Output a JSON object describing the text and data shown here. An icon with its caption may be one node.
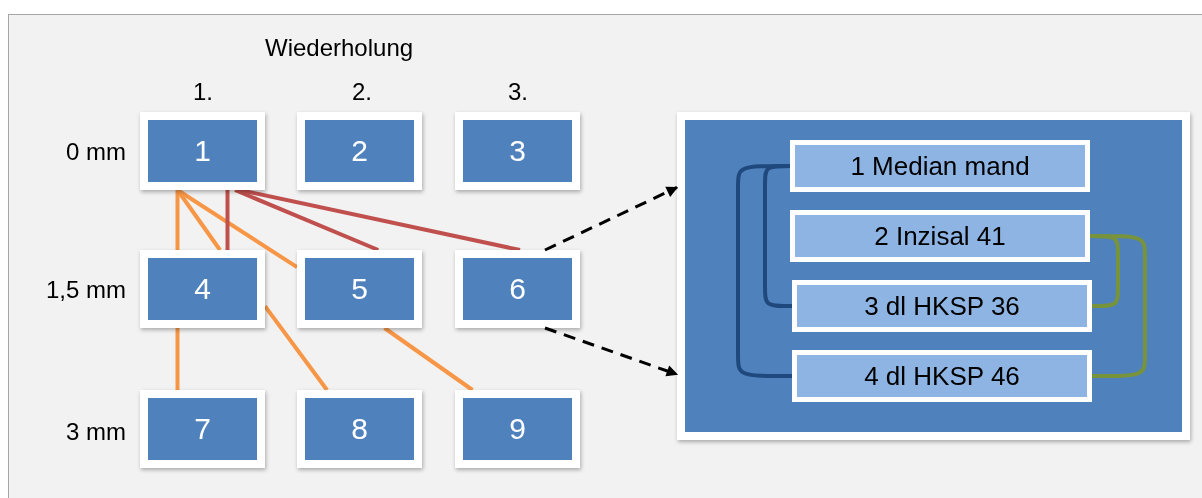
{
  "diagram": {
    "nodes": [
      {
        "text": [
          "1"
        ]
      },
      {
        "text": [
          "2"
        ]
      },
      {
        "text": [
          "3"
        ]
      },
      {
        "text": [
          "4"
        ]
      },
      {
        "text": [
          "5"
        ]
      },
      {
        "text": [
          "6"
        ]
      },
      {
        "text": [
          "7"
        ]
      },
      {
        "text": [
          "8"
        ]
      },
      {
        "text": [
          "9"
        ]
      },
      {
        "text": [],
        "shape": "box"
      },
      {
        "text": [
          "1 Median mand"
        ],
        "in": 9
      },
      {
        "text": [
          "2 Inzisal 41"
        ],
        "in": 9
      },
      {
        "text": [
          "3 dl HKSP 36"
        ],
        "in": 9
      },
      {
        "text": [
          "4 dl HKSP 46"
        ],
        "in": 9
      }
    ],
    "edges": [
      {
        "from": 0,
        "to": 3,
        "arrow": "none",
        "color": "#f79646"
      },
      {
        "from": 3,
        "to": 6,
        "arrow": "none",
        "color": "#f79646"
      },
      {
        "from": 0,
        "to": 3,
        "arrow": "none",
        "color": "#f79646"
      },
      {
        "from": 3,
        "to": 7,
        "arrow": "none",
        "color": "#f79646"
      },
      {
        "from": 0,
        "to": 4,
        "arrow": "none",
        "color": "#f79646"
      },
      {
        "from": 4,
        "to": 8,
        "arrow": "none",
        "color": "#f79646"
      },
      {
        "from": 0,
        "to": 3,
        "arrow": "none",
        "color": "#c0504d"
      },
      {
        "from": 0,
        "to": 4,
        "arrow": "none",
        "color": "#c0504d"
      },
      {
        "from": 0,
        "to": 5,
        "arrow": "none",
        "color": "#c0504d"
      },
      {
        "from": 5,
        "to": 9,
        "arrow": "to",
        "style": "dashed",
        "color": "#000000"
      },
      {
        "from": 5,
        "to": 9,
        "arrow": "to",
        "style": "dashed",
        "color": "#000000"
      },
      {
        "from": 10,
        "to": 12,
        "arrow": "none",
        "color": "#1f497d"
      },
      {
        "from": 10,
        "to": 13,
        "arrow": "none",
        "color": "#1f497d"
      },
      {
        "from": 11,
        "to": 12,
        "arrow": "none",
        "color": "#77933c"
      },
      {
        "from": 11,
        "to": 13,
        "arrow": "none",
        "color": "#77933c"
      }
    ],
    "labels": [
      "Wiederholung",
      "1.",
      "2.",
      "3.",
      "0 mm",
      "1,5 mm",
      "3 mm"
    ]
  }
}
